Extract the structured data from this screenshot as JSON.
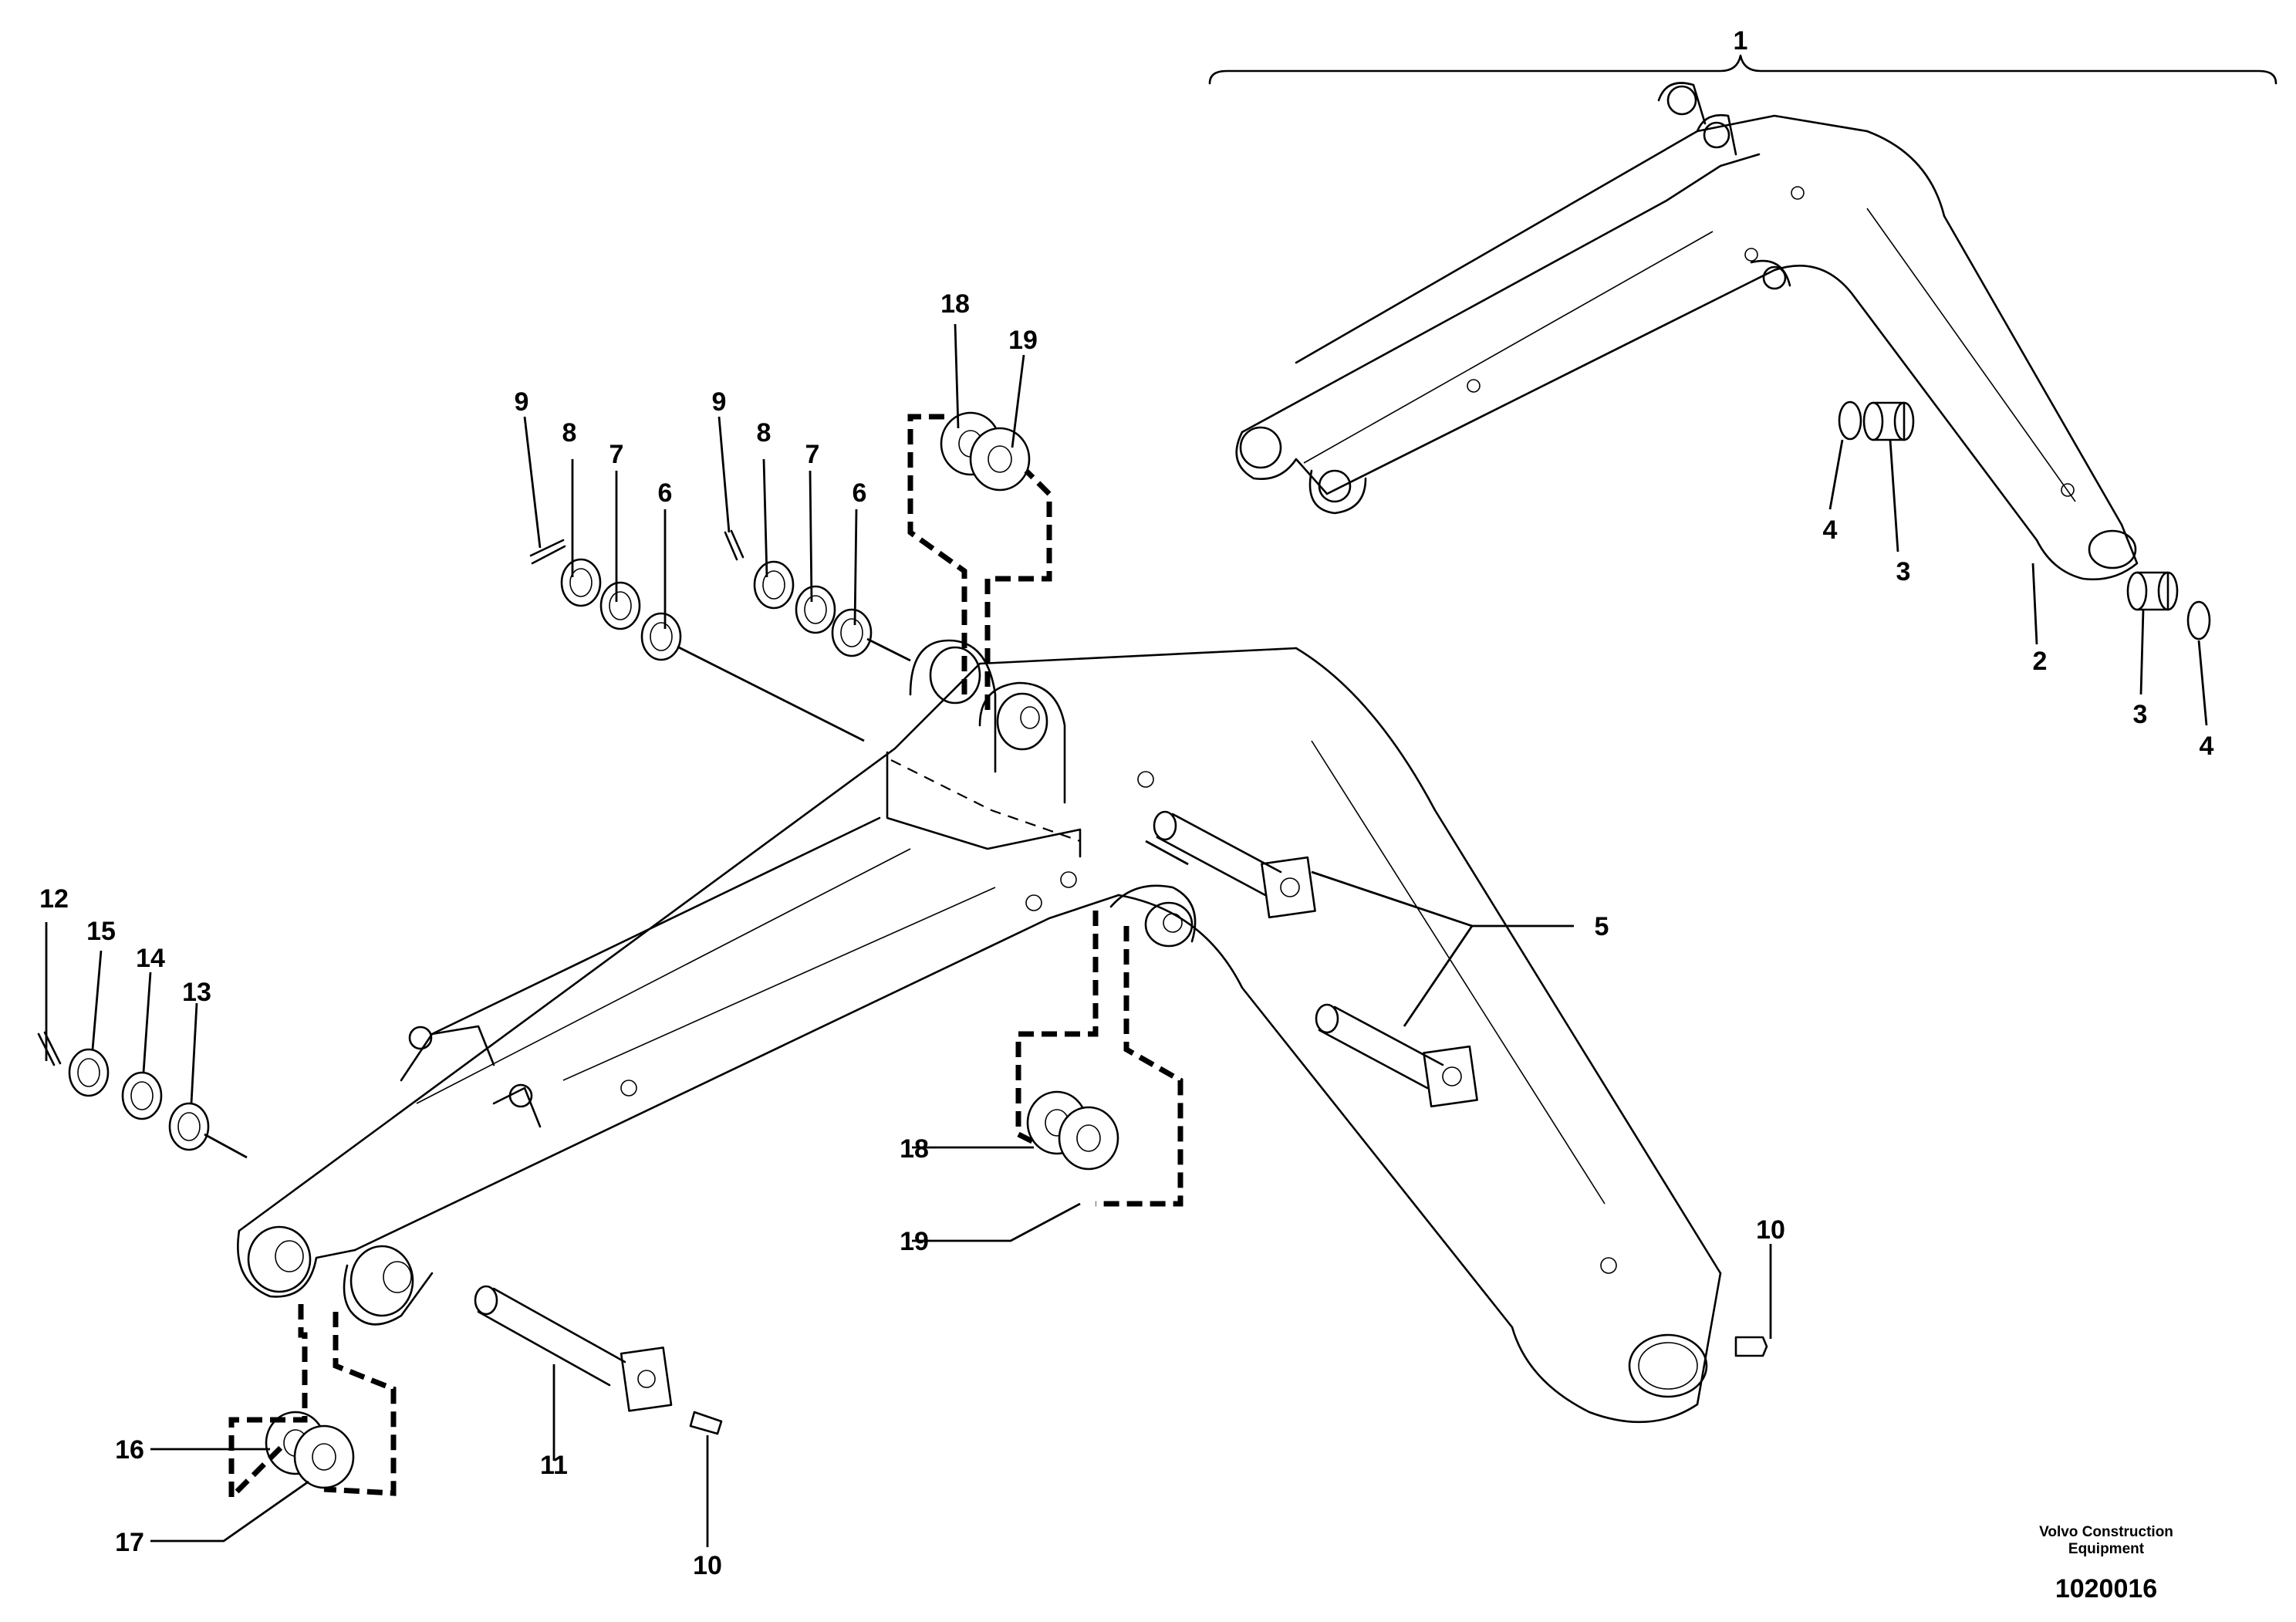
{
  "callouts": {
    "c1": "1",
    "c2": "2",
    "c3a": "3",
    "c3b": "3",
    "c4a": "4",
    "c4b": "4",
    "c5": "5",
    "c6a": "6",
    "c6b": "6",
    "c7a": "7",
    "c7b": "7",
    "c8a": "8",
    "c8b": "8",
    "c9a": "9",
    "c9b": "9",
    "c10a": "10",
    "c10b": "10",
    "c11": "11",
    "c12": "12",
    "c13": "13",
    "c14": "14",
    "c15": "15",
    "c16": "16",
    "c17": "17",
    "c18a": "18",
    "c18b": "18",
    "c19a": "19",
    "c19b": "19"
  },
  "footer": {
    "brand_line1": "Volvo Construction",
    "brand_line2": "Equipment",
    "doc_number": "1020016"
  }
}
